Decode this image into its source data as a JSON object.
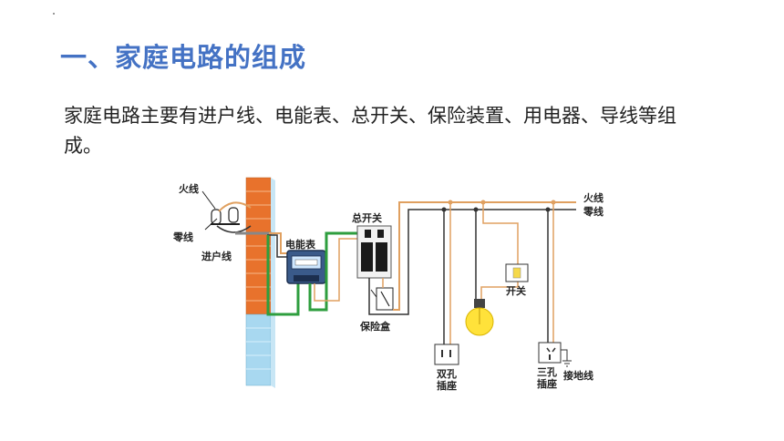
{
  "heading": "一、家庭电路的组成",
  "paragraph": "家庭电路主要有进户线、电能表、总开关、保险装置、用电器、导线等组成。",
  "diagram": {
    "labels": {
      "live_wire_left": "火线",
      "neutral_wire_left": "零线",
      "service_entrance": "进户线",
      "meter": "电能表",
      "main_switch": "总开关",
      "fuse_box": "保险盒",
      "live_wire_right": "火线",
      "neutral_wire_right": "零线",
      "switch": "开关",
      "two_hole_socket_1": "双孔",
      "two_hole_socket_2": "插座",
      "three_hole_socket_1": "三孔",
      "three_hole_socket_2": "插座",
      "ground_wire": "接地线"
    },
    "colors": {
      "live": "#E0A060",
      "neutral": "#333333",
      "ground": "#2E9E3E",
      "brick": "#E8722C",
      "wall_blue": "#A8D8F0",
      "heading": "#4472C4"
    }
  }
}
